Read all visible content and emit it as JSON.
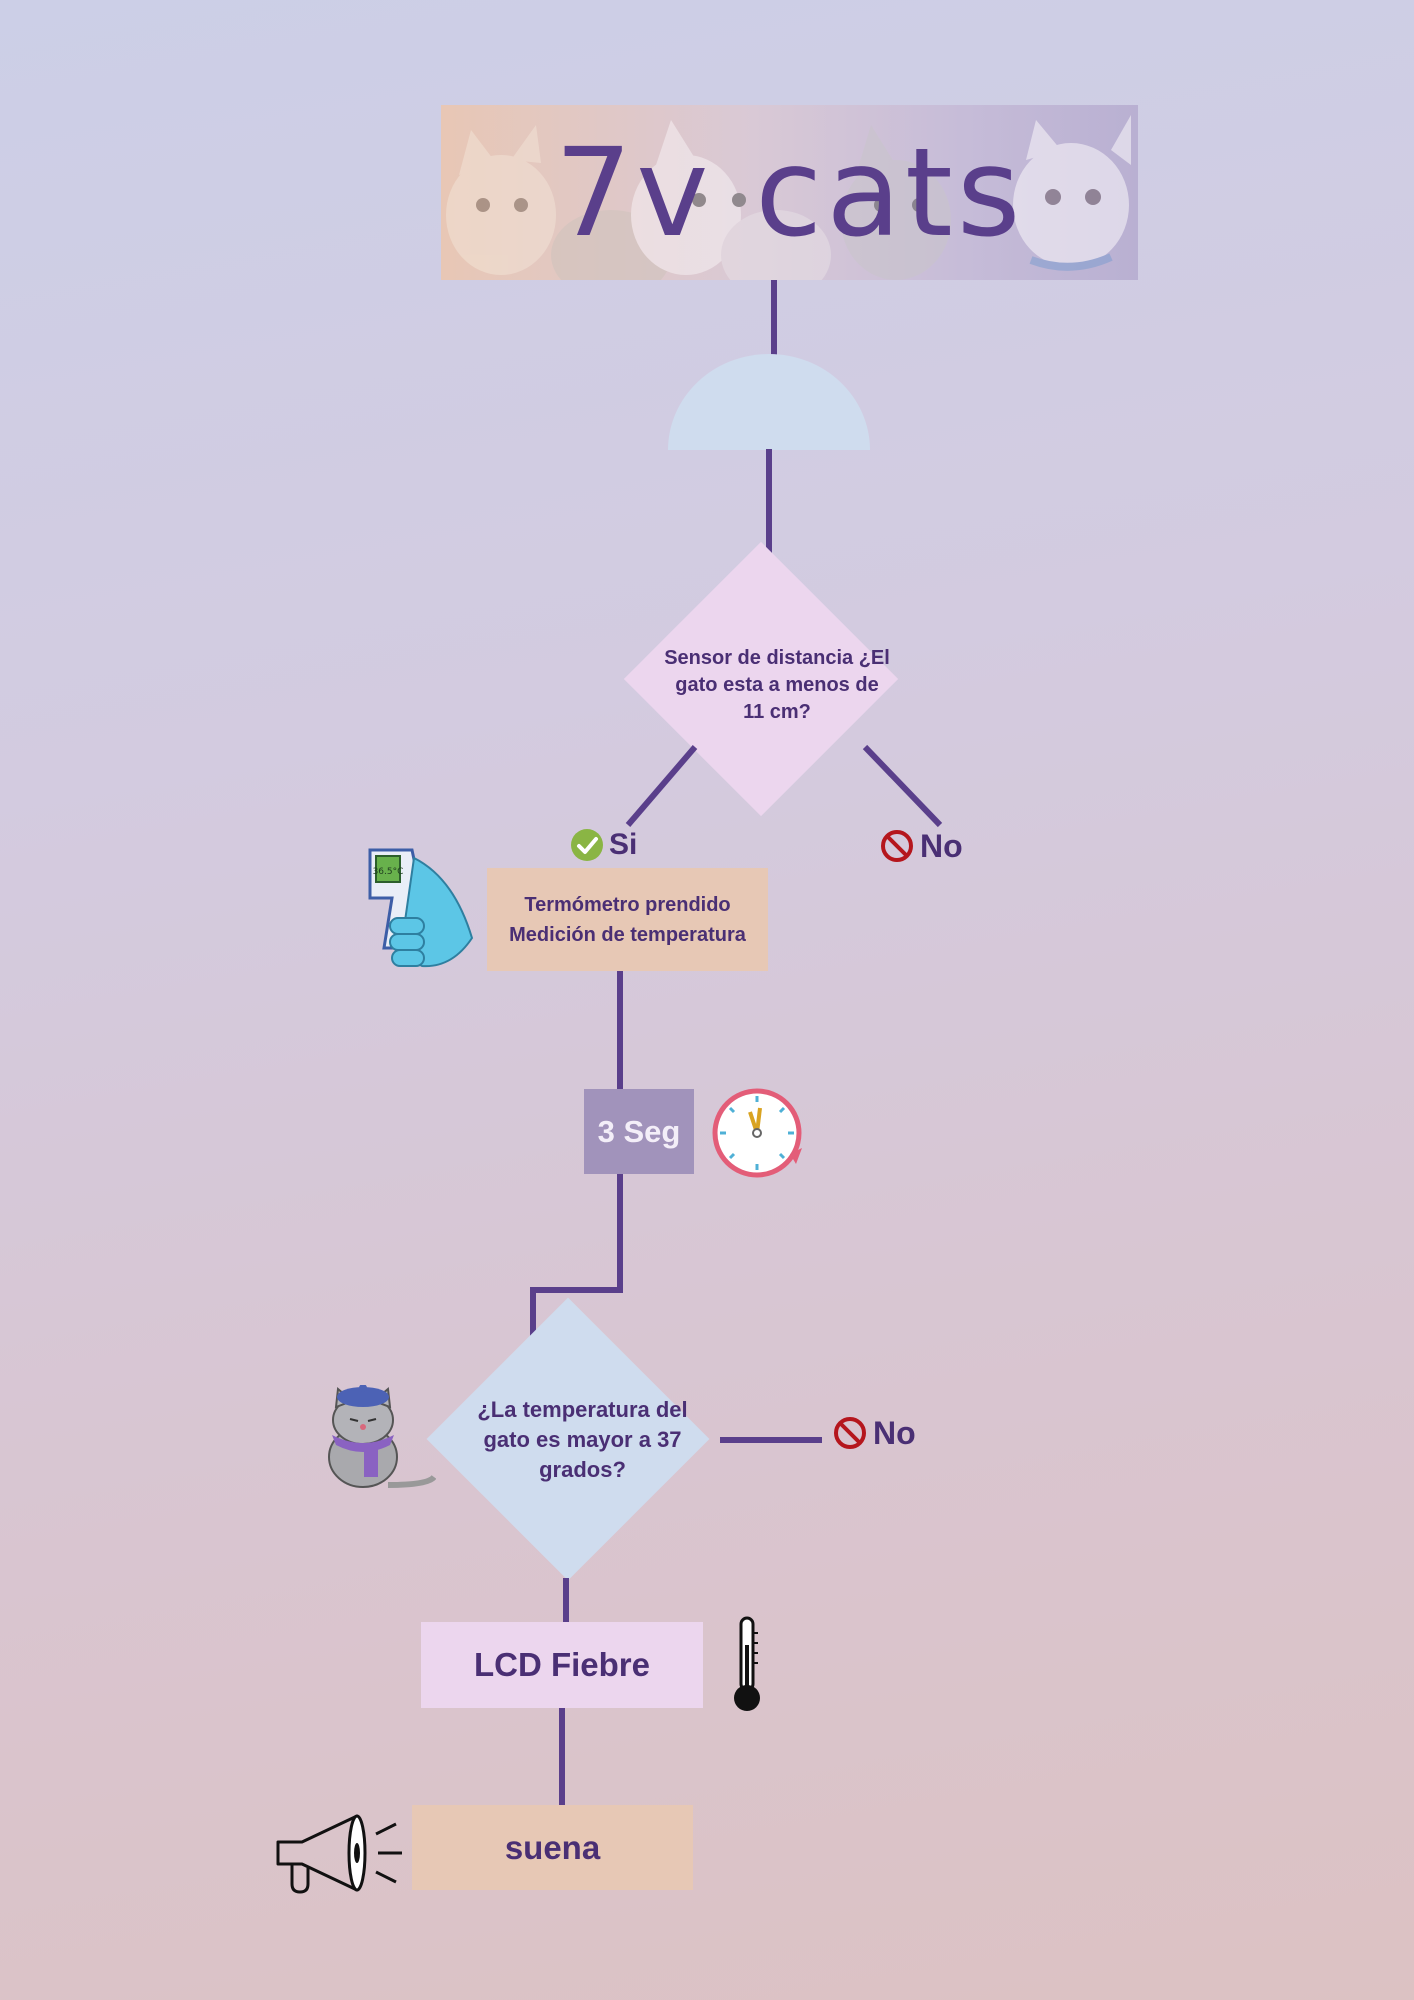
{
  "banner": {
    "title": "7v cats"
  },
  "decision1": {
    "text": "Sensor de distancia ¿El gato esta a menos de 11 cm?"
  },
  "branch1": {
    "yes_label": "Si",
    "no_label": "No"
  },
  "step_thermometer": {
    "line1": "Termómetro prendido",
    "line2": "Medición de temperatura"
  },
  "step_wait": {
    "text": "3 Seg"
  },
  "decision2": {
    "text": "¿La temperatura del gato es mayor a 37 grados?"
  },
  "branch2": {
    "no_label": "No"
  },
  "step_lcd": {
    "text": "LCD Fiebre"
  },
  "step_sound": {
    "text": "suena"
  },
  "thermo_display": {
    "text": "36.5°C"
  },
  "colors": {
    "line": "#5a3f8b",
    "text": "#4a2f74",
    "diamond1": "#ecd6ee",
    "diamond2": "#cfdcee",
    "semicircle": "#cfdcee",
    "box_peach": "#e7c8b5",
    "box_lavender": "#a193bb",
    "box_pink": "#ecd6ee",
    "yes_green": "#8ab544",
    "no_red": "#b5161d"
  },
  "icons": [
    "check-circle-icon",
    "no-entry-icon",
    "thermometer-gun-icon",
    "clock-icon",
    "sick-cat-icon",
    "thermometer-icon",
    "megaphone-icon"
  ]
}
